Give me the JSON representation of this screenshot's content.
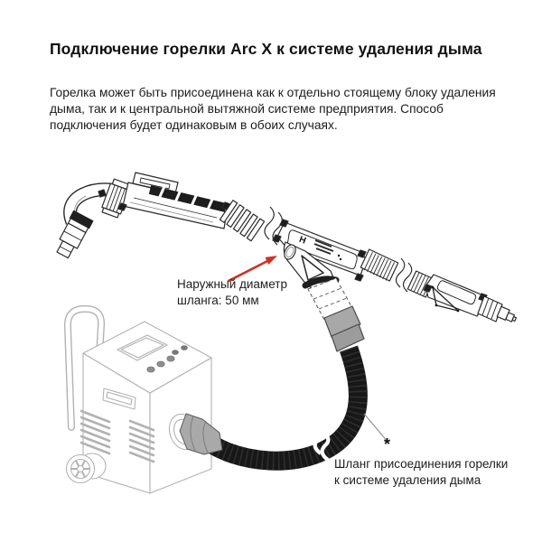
{
  "page": {
    "title": "Подключение горелки Arc X к системе удаления дыма",
    "intro_lines": [
      "Горелка может быть присоединена как к отдельно стоящему блоку удаления",
      "дыма, так и к центральной вытяжной системе предприятия. Способ",
      "подключения будет одинаковым в обоих случаях."
    ]
  },
  "diagram": {
    "labels": {
      "hose_diameter_line1": "Наружный диаметр",
      "hose_diameter_line2": "шланга: 50 мм",
      "footnote_marker": "*",
      "hose_connection_line1": "Шланг присоединения горелки",
      "hose_connection_line2": "к системе удаления дыма"
    },
    "brand_mark": "H",
    "colors": {
      "arrow_red": "#cd3227",
      "hose_black": "#171717",
      "adapter_gray": "#a8a8a8",
      "unit_line_gray": "#b2b2b2",
      "torch_line": "#2b2b2b"
    }
  }
}
